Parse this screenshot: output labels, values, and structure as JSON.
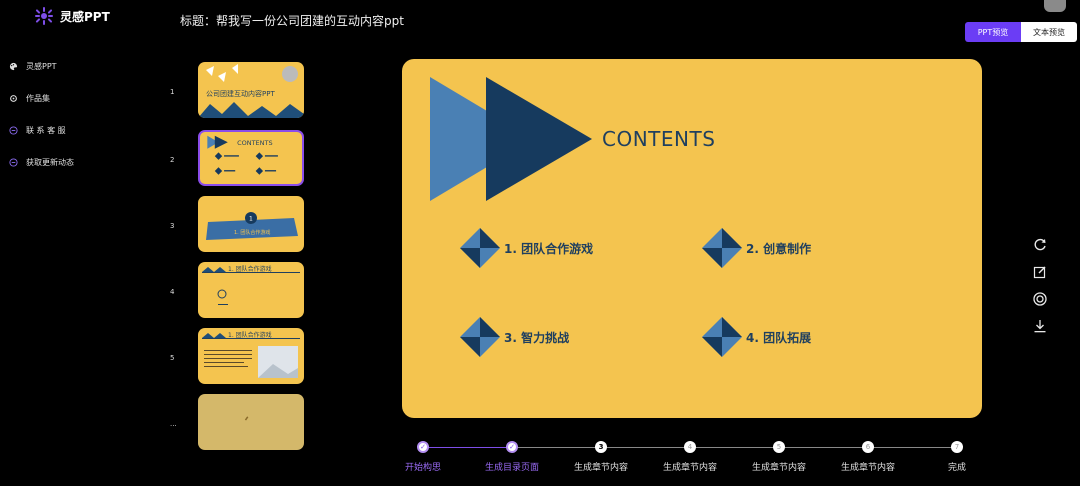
{
  "brand": {
    "name": "灵感PPT",
    "accent": "#6b3df5"
  },
  "sidebar": {
    "items": [
      {
        "label": "灵感PPT",
        "icon": "palette-icon"
      },
      {
        "label": "作品集",
        "icon": "gear-icon"
      },
      {
        "label": "联 系 客 服",
        "icon": "chat-icon"
      },
      {
        "label": "获取更新动态",
        "icon": "chat-icon"
      }
    ]
  },
  "header": {
    "title": "标题：帮我写一份公司团建的互动内容ppt",
    "tabs": [
      {
        "label": "PPT预览",
        "active": true
      },
      {
        "label": "文本预览",
        "active": false
      }
    ]
  },
  "thumbnails": [
    {
      "num": "1",
      "text": "公司团建互动内容PPT"
    },
    {
      "num": "2",
      "text": "CONTENTS",
      "selected": true
    },
    {
      "num": "3",
      "text": "1. 团队合作游戏",
      "badge": "1"
    },
    {
      "num": "4",
      "text": "1. 团队合作游戏"
    },
    {
      "num": "5",
      "text": "1. 团队合作游戏"
    },
    {
      "num": "...",
      "text": ""
    }
  ],
  "slide": {
    "title": "CONTENTS",
    "items": [
      "1. 团队合作游戏",
      "2. 创意制作",
      "3. 智力挑战",
      "4. 团队拓展"
    ],
    "colors": {
      "background": "#f4c44f",
      "dark": "#163a5e",
      "light": "#4a80b4"
    }
  },
  "tools": [
    "refresh-icon",
    "edit-icon",
    "lifebuoy-icon",
    "download-icon"
  ],
  "steps": [
    {
      "label": "开始构思",
      "state": "done",
      "mark": "✓"
    },
    {
      "label": "生成目录页面",
      "state": "done",
      "mark": "✓"
    },
    {
      "label": "生成章节内容",
      "state": "current",
      "mark": "3"
    },
    {
      "label": "生成章节内容",
      "state": "pending",
      "mark": "4"
    },
    {
      "label": "生成章节内容",
      "state": "pending",
      "mark": "5"
    },
    {
      "label": "生成章节内容",
      "state": "pending",
      "mark": "6"
    },
    {
      "label": "完成",
      "state": "pending",
      "mark": "7"
    }
  ]
}
